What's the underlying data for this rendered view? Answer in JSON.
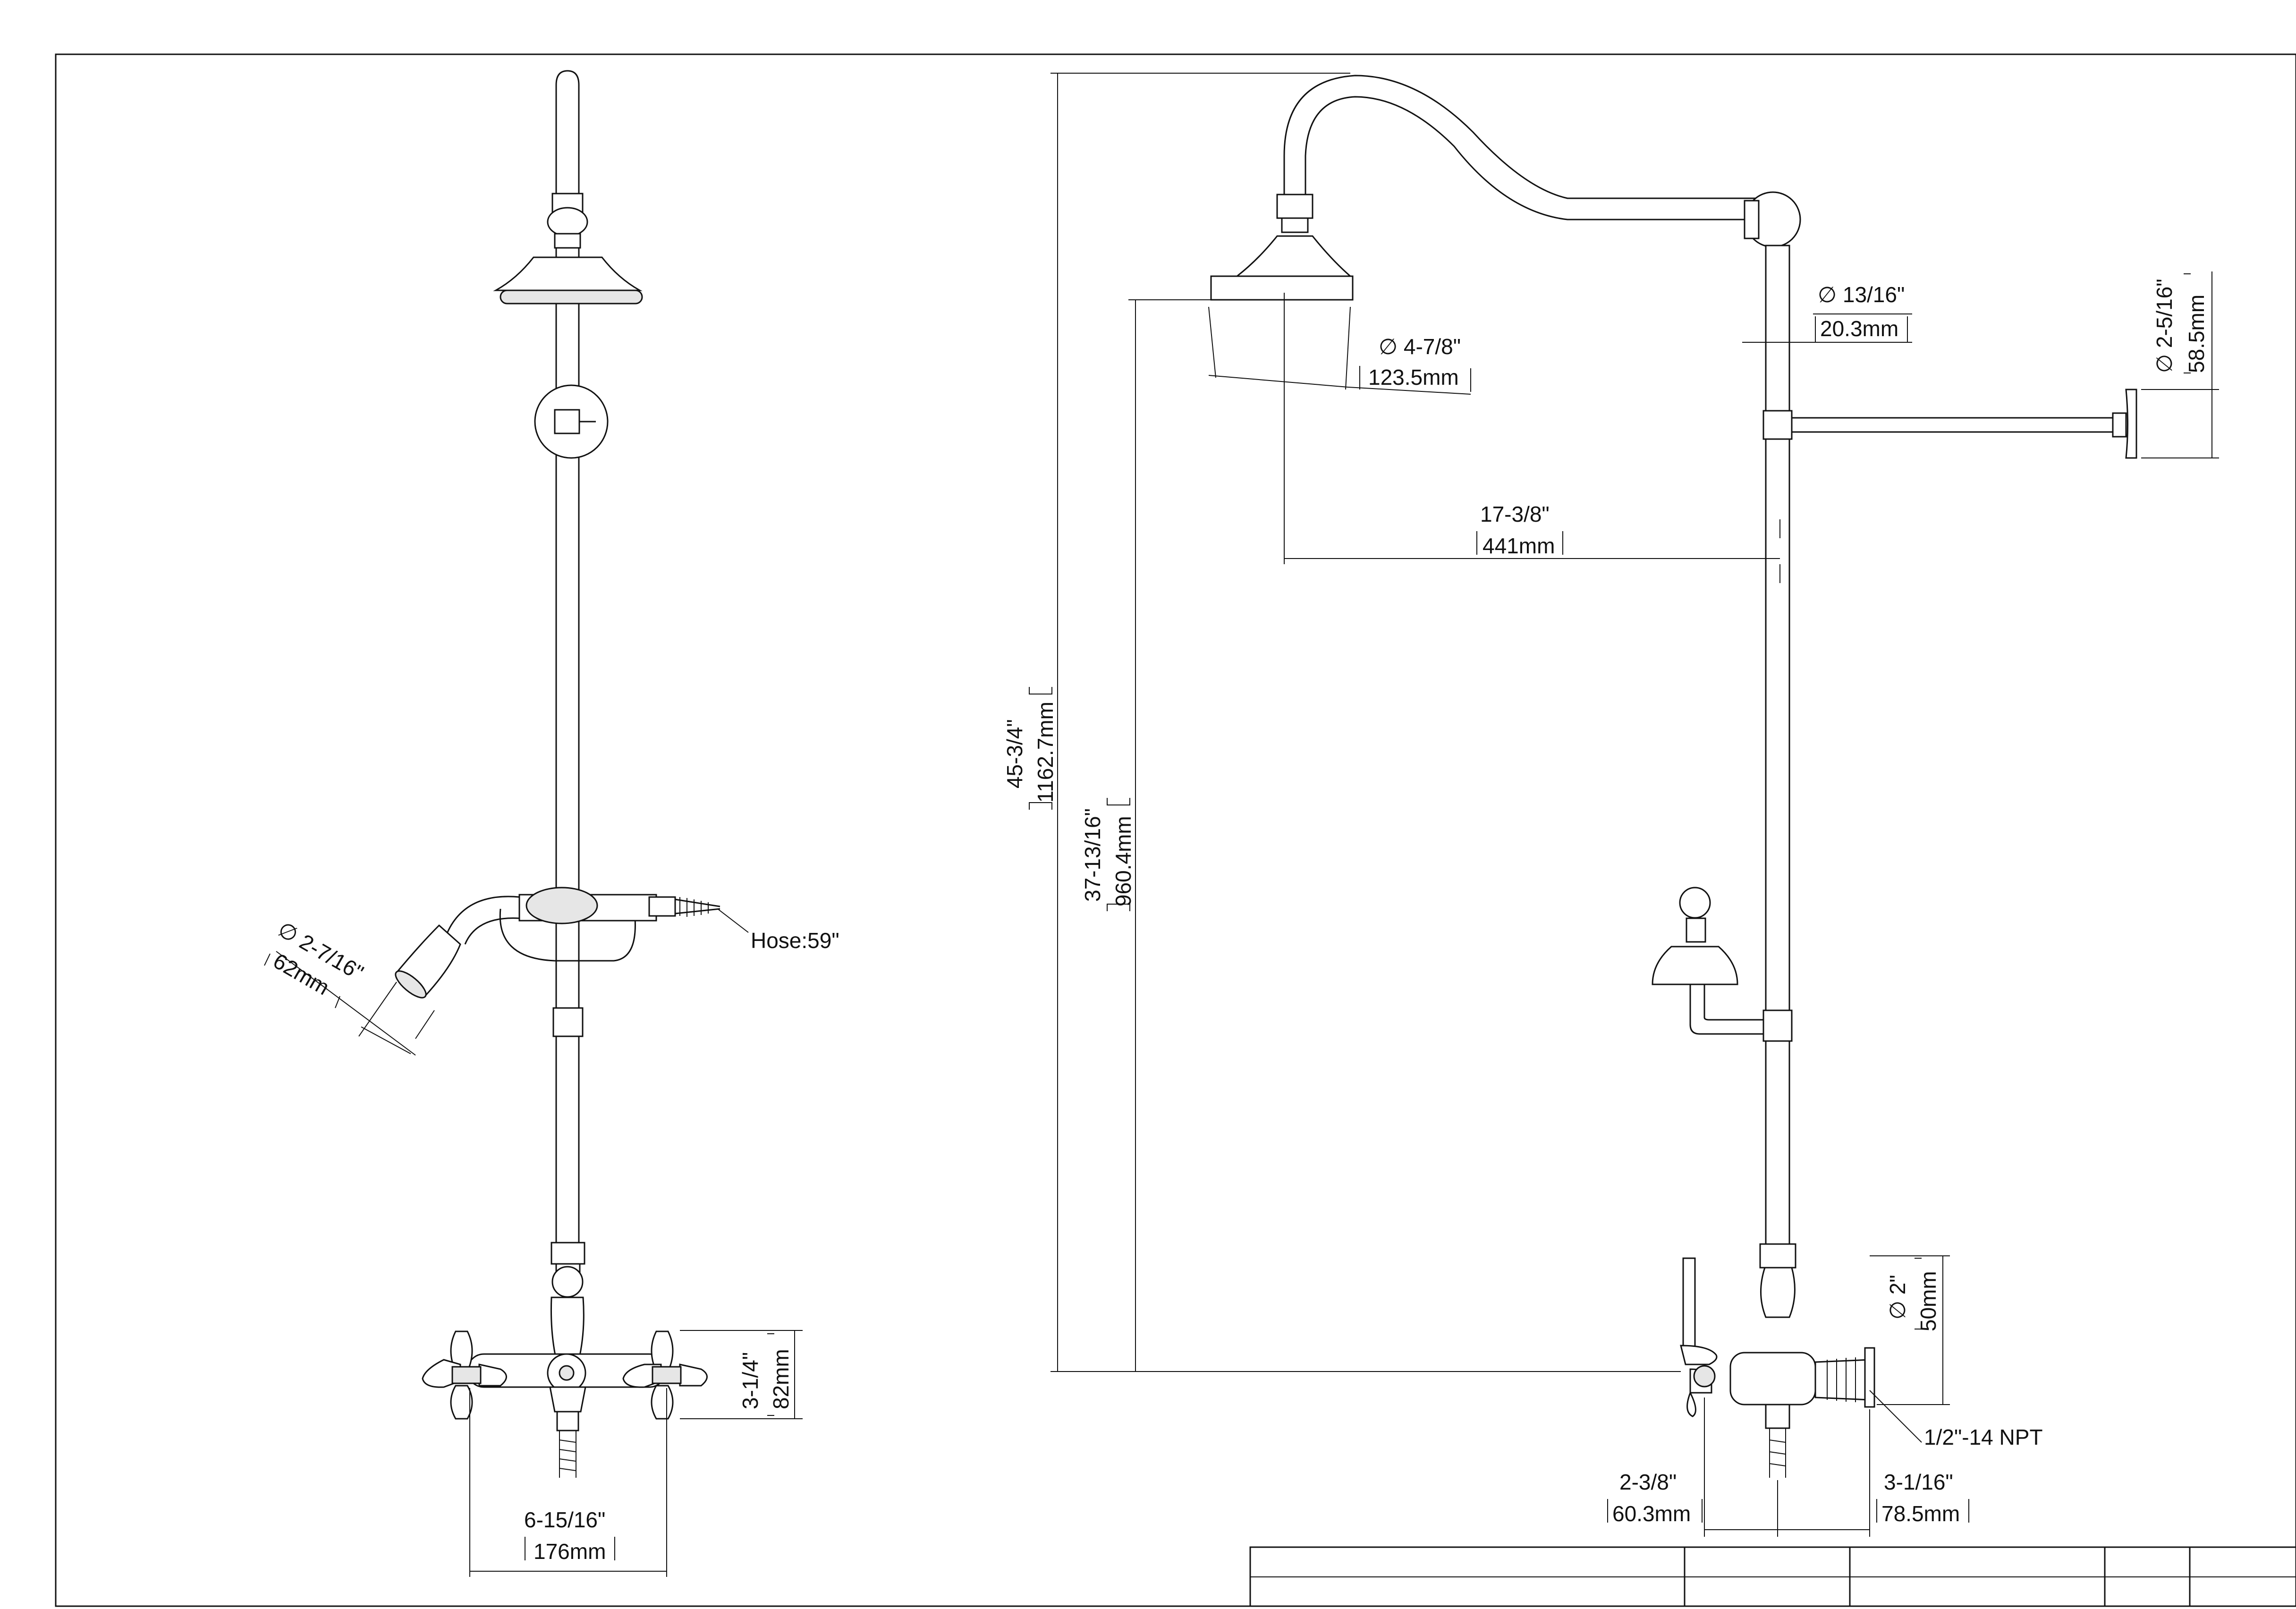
{
  "left_view": {
    "handshower_diameter": {
      "label": "2-7/16\"",
      "metric": "62mm"
    },
    "hose": "Hose:59\"",
    "valve_height": {
      "label": "3-1/4\"",
      "metric": "82mm"
    },
    "centers": {
      "label": "6-15/16\"",
      "metric": "176mm"
    }
  },
  "right_view": {
    "overall_height": {
      "label": "45-3/4\"",
      "metric": "1162.7mm"
    },
    "head_height": {
      "label": "37-13/16\"",
      "metric": "960.4mm"
    },
    "showerhead_diameter": {
      "label": "4-7/8\"",
      "metric": "123.5mm"
    },
    "pipe_diameter": {
      "label": "13/16\"",
      "metric": "20.3mm"
    },
    "flange_diameter": {
      "label": "2-5/16\"",
      "metric": "58.5mm"
    },
    "reach": {
      "label": "17-3/8\"",
      "metric": "441mm"
    },
    "inlet_diameter": {
      "label": "2\"",
      "metric": "50mm"
    },
    "connection": "1/2\"-14 NPT",
    "projection_a": {
      "label": "2-3/8\"",
      "metric": "60.3mm"
    },
    "projection_b": {
      "label": "3-1/16\"",
      "metric": "78.5mm"
    }
  },
  "symbols": {
    "diameter": "∅"
  }
}
